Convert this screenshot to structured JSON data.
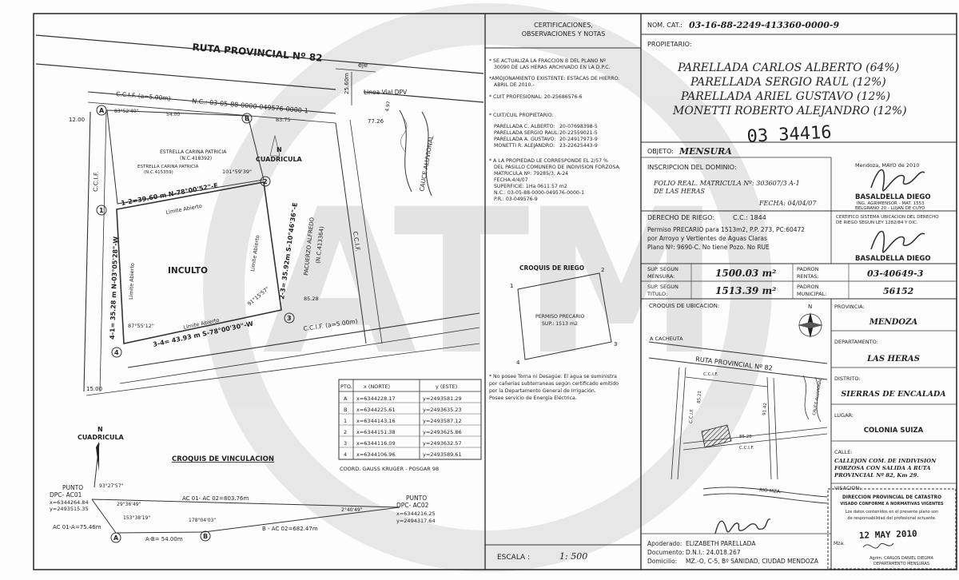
{
  "plan": {
    "road_title": "RUTA PROVINCIAL Nº 82",
    "ccif_top": "C.C.I.F. (a=5.00m)",
    "nc_top": "N.C.: 03-05-88-0000-049576-0000-1",
    "eje": "eje",
    "linea_vial": "Linea Vial DPV",
    "dim_2560": "25.60m",
    "dim_1200": "12.00",
    "dim_1500": "15.00",
    "dim_7726": "77.26",
    "dim_8375": "83.75",
    "dim_5400": "54.00",
    "dim_8528": "85.28",
    "cauce": "CAUCE ALUVIONAL",
    "ccif_left": "C.C.I.F.",
    "ccif_right": "C.C.I.F.",
    "ccif_bottom": "C.C.I.F. (a=5.00m)",
    "estrella_1": "ESTRELLA CARINA PATRICIA",
    "estrella_1_nc": "(N.C.418392)",
    "estrella_2": "ESTRELLA CARINA PATRICIA",
    "estrella_2_nc": "(N.C.415359)",
    "pacuerzo": "PACUERZO ALFREDO",
    "pacuerzo_nc": "(N.C.413364)",
    "inculto": "INCULTO",
    "north_n": "N",
    "north_label": "CUADRICULA",
    "side_12": "1-2=39.60 m N-78°00'52\"-E",
    "side_23": "2-3= 35.92m S-10°46'36\"-E",
    "side_34": "3-4= 43.93 m S-78°00'30\"-W",
    "side_41": "4-1= 35.28 m N-03°05'28\"-W",
    "limite_1": "Limite Abierto",
    "limite_2": "Limite Abierto",
    "limite_3": "Limite Abierto",
    "limite_4": "Limite Abierto",
    "ang_1": "83°52'40\"",
    "ang_2": "101°59'39\"",
    "ang_3": "91°15'57\"",
    "ang_4": "87°55'12\"",
    "vertices": [
      "A",
      "B",
      "1",
      "2",
      "3",
      "4"
    ]
  },
  "coords_table": {
    "headers": [
      "PTO.",
      "x (NORTE)",
      "y (ESTE)"
    ],
    "rows": [
      [
        "A",
        "x=6344228.17",
        "y=2493581.29"
      ],
      [
        "B",
        "x=6344225.61",
        "y=2493635.23"
      ],
      [
        "1",
        "x=6344143.16",
        "y=2493587.12"
      ],
      [
        "2",
        "x=6344151.38",
        "y=2493625.86"
      ],
      [
        "3",
        "x=6344116.09",
        "y=2493632.57"
      ],
      [
        "4",
        "x=6344106.96",
        "y=2493589.61"
      ]
    ],
    "footer": "COORD. GAUSS KRUGER - POSGAR 98"
  },
  "vinculacion": {
    "title": "CROQUIS DE VINCULACION",
    "north_n": "N",
    "north_label": "CUADRICULA",
    "p1_title": "PUNTO",
    "p1_name": "DPC- AC01",
    "p1_x": "x=6344264.84",
    "p1_y": "y=2493515.35",
    "p2_title": "PUNTO",
    "p2_name": "DPC- AC02",
    "p2_x": "x=6344216.25",
    "p2_y": "y=2494317.64",
    "line_main": "AC 01- AC 02=803.76m",
    "ac01_a": "AC 01-A=75.46m",
    "a_b": "A-B= 54.00m",
    "b_ac02": "B - AC 02=682.47m",
    "ang_a": "93°27'57\"",
    "ang_b": "29°36'49\"",
    "ang_c": "153°38'19\"",
    "ang_d": "178°04'03\"",
    "ang_e": "2°40'49\"",
    "pt_a": "A",
    "pt_b": "B"
  },
  "notes": {
    "title_1": "CERTIFICACIONES,",
    "title_2": "OBSERVACIONES Y NOTAS",
    "n1": "* SE ACTUALIZA LA FRACCION B DEL PLANO Nº",
    "n1b": "30090 DE LAS HERAS ARCHIVADO EN LA D.P.C.",
    "n2": "*AMOJONAMIENTO EXISTENTE: ESTACAS DE HIERRO.",
    "n2b": "ABRIL DE 2010.-",
    "n3": "* CUIT PROFESIONAL: 20-25686576-6",
    "n4": "* CUIT/CUIL PROPIETARIO:",
    "owners_cuit": [
      [
        "PARELLADA C. ALBERTO:",
        "20-07698398-5"
      ],
      [
        "PARELLADA SERGIO RAUL:",
        "20-22559021-5"
      ],
      [
        "PARELLADA A. GUSTAVO:",
        "20-24917973-9"
      ],
      [
        "MONETTI R. ALEJANDRO:",
        "23-22625443-9"
      ]
    ],
    "n5": "* A LA PROPIEDAD LE CORRESPONDE EL 2/57 %",
    "n5b": "DEL PASILLO COMUNERO DE INDIVISION FORZOSA.",
    "n5c": "MATRICULA Nº: 79285/3, A-24",
    "n5d": "FECHA:4/4/07",
    "n5e": "SUPERFICIE: 1Ha 0611.57 m2",
    "n5f": "N.C.: 03-05-88-0000-049576-0000-1",
    "n5g": "P.R.: 03-049576-9",
    "riego_title": "CROQUIS DE RIEGO",
    "riego_1": "PERMISO PRECARIO",
    "riego_2": "SUP.: 1513 m2",
    "riego_pts": [
      "1",
      "2",
      "3",
      "4"
    ],
    "n6": "* No posee Torna ni Desagüe. El agua se suministra",
    "n6b": "por cañerias subterraneas según certificado emitido",
    "n6c": "por la Departamento General de Irrigación.",
    "n6d": "Posee servicio de Energía Eléctrica.",
    "escala_label": "ESCALA :",
    "escala_value": "1: 500"
  },
  "title_block": {
    "nomcat_label": "NOM. CAT.:",
    "nomcat_value": "03-16-88-2249-413360-0000-9",
    "propietario_label": "PROPIETARIO:",
    "owners": [
      "PARELLADA CARLOS ALBERTO (64%)",
      "PARELLADA SERGIO RAUL (12%)",
      "PARELLADA ARIEL GUSTAVO (12%)",
      "MONETTI ROBERTO ALEJANDRO (12%)"
    ],
    "handwritten_no": "03 34416",
    "objeto_label": "OBJETO:",
    "objeto_value": "MENSURA",
    "inscripcion_label": "INSCRIPCION DEL DOMINIO:",
    "inscripcion_1": "FOLIO REAL. MATRICULA Nº: 303607/3 A-1",
    "inscripcion_2": "DE LAS HERAS",
    "inscripcion_fecha": "FECHA: 04/04/07",
    "firma_fecha": "Mendoza, MAYO de 2010",
    "prof_name": "BASALDELLA DIEGO",
    "prof_title": "ING. AGRIMENSOR - MAT. 1553",
    "prof_addr": "BELGRANO 20 - LUJAN DE CUYO",
    "riego_label": "DERECHO DE RIEGO:",
    "cc_value": "C.C.: 1844",
    "riego_1": "Permiso PRECARIO para 1513m2, P.P. 273, PC:60472",
    "riego_2": "por Arroyo y Vertientes de Aguas Claras",
    "riego_3": "Plano Nº: 9690-C. No tiene Pozo. No RUE",
    "cert_1": "CERTIFICO SISTEMA UBICACION DEL DERECHO",
    "cert_2": "DE RIEGO SEGUN LEY 1282/84 Y DIC.",
    "prof_name_2": "BASALDELLA DIEGO",
    "sup_mensura_label_1": "SUP. SEGUN",
    "sup_mensura_label_2": "MENSURA:",
    "sup_mensura_value": "1500.03 m²",
    "sup_titulo_label_1": "SUP. SEGUN",
    "sup_titulo_label_2": "TITULO:",
    "sup_titulo_value": "1513.39 m²",
    "padron_rentas_label_1": "PADRON",
    "padron_rentas_label_2": "RENTAS:",
    "padron_rentas_value": "03-40649-3",
    "padron_mun_label_1": "PADRON",
    "padron_mun_label_2": "MUNICIPAL:",
    "padron_mun_value": "56152",
    "ubicacion_label": "CROQUIS DE UBICACION:",
    "ub_road": "RUTA PROVINCIAL Nº 82",
    "ub_cacheuta": "A CACHEUTA",
    "ub_ccif": "C.C.I.F.",
    "ub_ccif2": "C.C.I.F.",
    "ub_ccif3": "C.C.I.F.",
    "ub_8521": "85.21",
    "ub_9142": "91.42",
    "ub_8528": "85.28",
    "ub_cauce": "CAUCE ALUVIONAL",
    "ub_rio": "RIO MZA.",
    "ub_n": "N",
    "provincia_label": "PROVINCIA:",
    "provincia_value": "MENDOZA",
    "departamento_label": "DEPARTAMENTO:",
    "departamento_value": "LAS HERAS",
    "distrito_label": "DISTRITO:",
    "distrito_value": "SIERRAS DE ENCALADA",
    "lugar_label": "LUGAR:",
    "lugar_value": "COLONIA SUIZA",
    "calle_label": "CALLE:",
    "calle_1": "CALLEJON COM. DE INDIVISION",
    "calle_2": "FORZOSA CON SALIDA A RUTA",
    "calle_3": "PROVINCIAL Nº 82, Km 29.",
    "visacion_label": "VISACION:",
    "stamp_1": "DIRECCION PROVINCIAL DE CATASTRO",
    "stamp_2": "VISADO CONFORME A NORMATIVAS VIGENTES",
    "stamp_3": "Los datos contenidos en el presente plano son",
    "stamp_4": "de responsabilidad del profesional actuante.",
    "stamp_date": "12 MAY 2010",
    "stamp_mza": "Mza.",
    "stamp_agrim": "Agrim. CARLOS DANIEL DIEGMA",
    "stamp_dept": "DEPARTAMENTO MENSURAS",
    "apoderado_label": "Apoderado:",
    "apoderado_value": "ELIZABETH PARELLADA",
    "documento_label": "Documento:",
    "documento_value": "D.N.I.: 24.018.267",
    "domicilio_label": "Domicilio:",
    "domicilio_value": "MZ.-O, C-5, Bº SANIDAD, CIUDAD MENDOZA"
  },
  "watermark": "ATM",
  "colors": {
    "ink": "#222222",
    "paper": "#fdfdfd",
    "watermark": "#cfcfcf"
  }
}
